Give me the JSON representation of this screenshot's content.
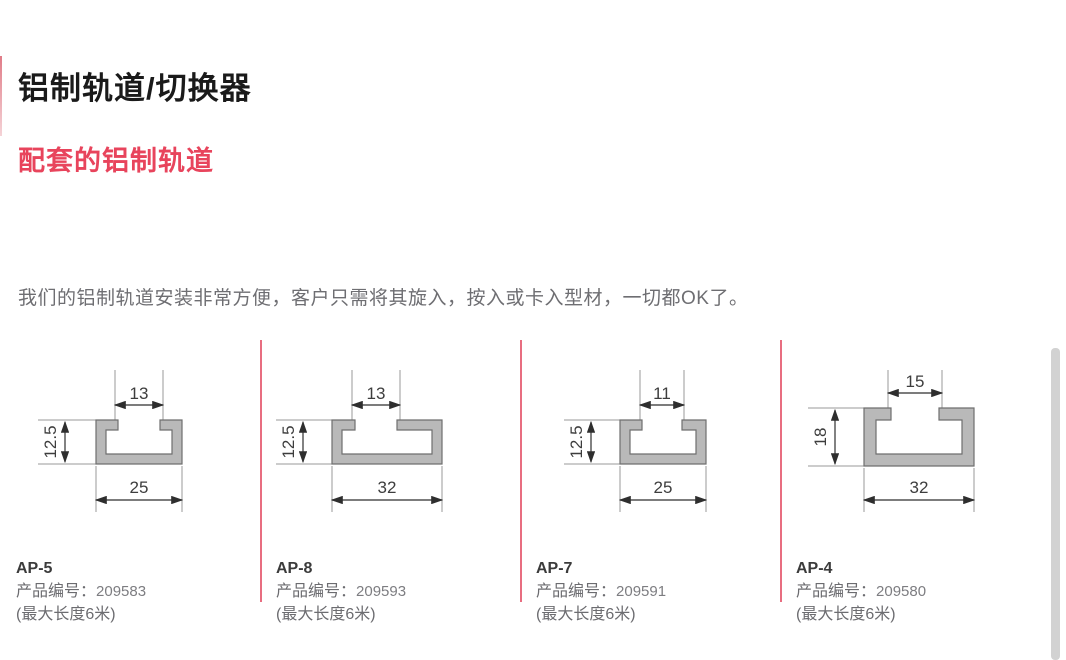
{
  "page": {
    "title_main": "铝制轨道/切换器",
    "title_sub": "配套的铝制轨道",
    "intro": "我们的铝制轨道安装非常方便，客户只需将其旋入，按入或卡入型材，一切都OK了。",
    "accent_red": "#e8445c",
    "divider_red": "#e4536a",
    "text_gray": "#6e6e72",
    "profile_fill": "#b9b9b9",
    "profile_stroke": "#6f6f6f"
  },
  "scrollbar": {
    "thumb_color": "#d2d2d2"
  },
  "products": [
    {
      "code": "AP-5",
      "sku_label": "产品编号：",
      "sku_value": "209583",
      "max_length": "(最大长度6米)",
      "dim_top": "13",
      "dim_height": "12.5",
      "dim_width": "25",
      "shape": "c-channel-narrow"
    },
    {
      "code": "AP-8",
      "sku_label": "产品编号：",
      "sku_value": "209593",
      "max_length": "(最大长度6米)",
      "dim_top": "13",
      "dim_height": "12.5",
      "dim_width": "32",
      "shape": "c-channel-wide"
    },
    {
      "code": "AP-7",
      "sku_label": "产品编号：",
      "sku_value": "209591",
      "max_length": "(最大长度6米)",
      "dim_top": "11",
      "dim_height": "12.5",
      "dim_width": "25",
      "shape": "c-channel-narrow"
    },
    {
      "code": "AP-4",
      "sku_label": "产品编号：",
      "sku_value": "209580",
      "max_length": "(最大长度6米)",
      "dim_top": "15",
      "dim_height": "18",
      "dim_width": "32",
      "shape": "c-channel-tall"
    }
  ]
}
